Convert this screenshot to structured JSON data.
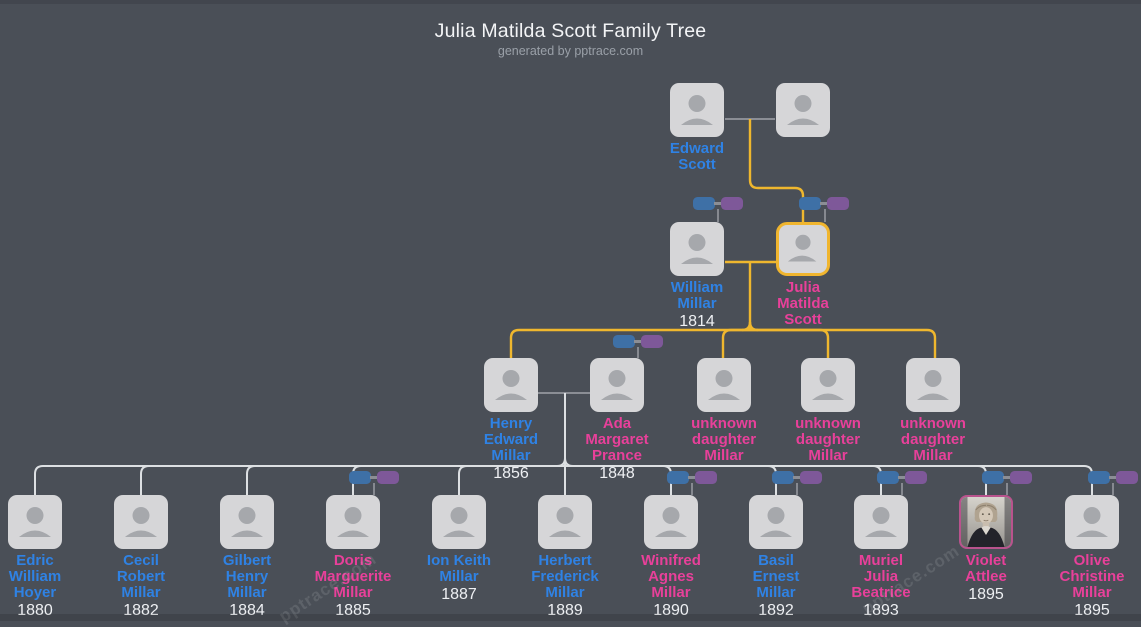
{
  "header": {
    "title": "Julia Matilda Scott Family Tree",
    "subtitle": "generated by pptrace.com"
  },
  "watermark": {
    "text": "pptrace.com"
  },
  "colors": {
    "background": "#4a4f57",
    "male_name": "#2f82e4",
    "female_name": "#e8409a",
    "year_text": "#eef0f3",
    "highlight_gold": "#f0b52e",
    "card_fill": "#d6d6d8",
    "silhouette": "#a6a8ac",
    "father_pill_blue": "#3e70a6",
    "mother_pill_purple": "#7e5899",
    "couple_line_gray": "#8b8e95",
    "descent_line_white": "#dde0e3",
    "photo_border_pink": "#b9538d"
  },
  "icons": {
    "person_placeholder": "person-silhouette",
    "father_pill": "blue-rounded-rect",
    "mother_pill": "purple-rounded-rect"
  },
  "people": [
    {
      "name": "Edward\nScott",
      "year": "",
      "gender": "male"
    },
    {
      "name": "",
      "year": "",
      "gender": "unknown"
    },
    {
      "name": "William\nMillar",
      "year": "1814",
      "gender": "male"
    },
    {
      "name": "Julia\nMatilda\nScott",
      "year": "",
      "gender": "female",
      "highlighted": true
    },
    {
      "name": "Henry\nEdward\nMillar",
      "year": "1856",
      "gender": "male"
    },
    {
      "name": "Ada\nMargaret\nPrance",
      "year": "1848",
      "gender": "female"
    },
    {
      "name": "unknown\ndaughter\nMillar",
      "year": "",
      "gender": "female"
    },
    {
      "name": "unknown\ndaughter\nMillar",
      "year": "",
      "gender": "female"
    },
    {
      "name": "unknown\ndaughter\nMillar",
      "year": "",
      "gender": "female"
    },
    {
      "name": "Edric\nWilliam\nHoyer",
      "year": "1880",
      "gender": "male"
    },
    {
      "name": "Cecil\nRobert\nMillar",
      "year": "1882",
      "gender": "male"
    },
    {
      "name": "Gilbert\nHenry\nMillar",
      "year": "1884",
      "gender": "male"
    },
    {
      "name": "Doris\nMarguerite\nMillar",
      "year": "1885",
      "gender": "female"
    },
    {
      "name": "Ion Keith\nMillar",
      "year": "1887",
      "gender": "male"
    },
    {
      "name": "Herbert\nFrederick\nMillar",
      "year": "1889",
      "gender": "male"
    },
    {
      "name": "Winifred\nAgnes\nMillar",
      "year": "1890",
      "gender": "female"
    },
    {
      "name": "Basil\nErnest\nMillar",
      "year": "1892",
      "gender": "male"
    },
    {
      "name": "Muriel\nJulia\nBeatrice",
      "year": "1893",
      "gender": "female"
    },
    {
      "name": "Violet\nAttlee",
      "year": "1895",
      "gender": "female",
      "has_photo": true
    },
    {
      "name": "Olive\nChristine\nMillar",
      "year": "1895",
      "gender": "female"
    }
  ]
}
